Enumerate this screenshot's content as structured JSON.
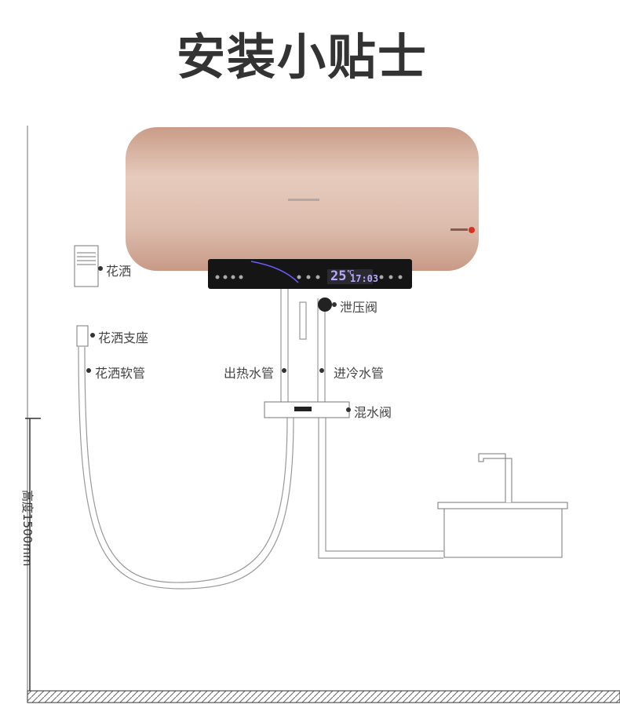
{
  "title": "安装小贴士",
  "labels": {
    "shower_head": "花洒",
    "shower_holder": "花洒支座",
    "shower_hose": "花洒软管",
    "hot_pipe": "出热水管",
    "cold_pipe": "进冷水管",
    "relief_valve": "泄压阀",
    "mixing_valve": "混水阀",
    "height": "高度1500mm"
  },
  "display": {
    "temperature": "25",
    "unit": "℃",
    "time": "17:03"
  },
  "colors": {
    "tank": "#d9b3a2",
    "panel": "#111111",
    "display_text": "#b9a8ff"
  }
}
